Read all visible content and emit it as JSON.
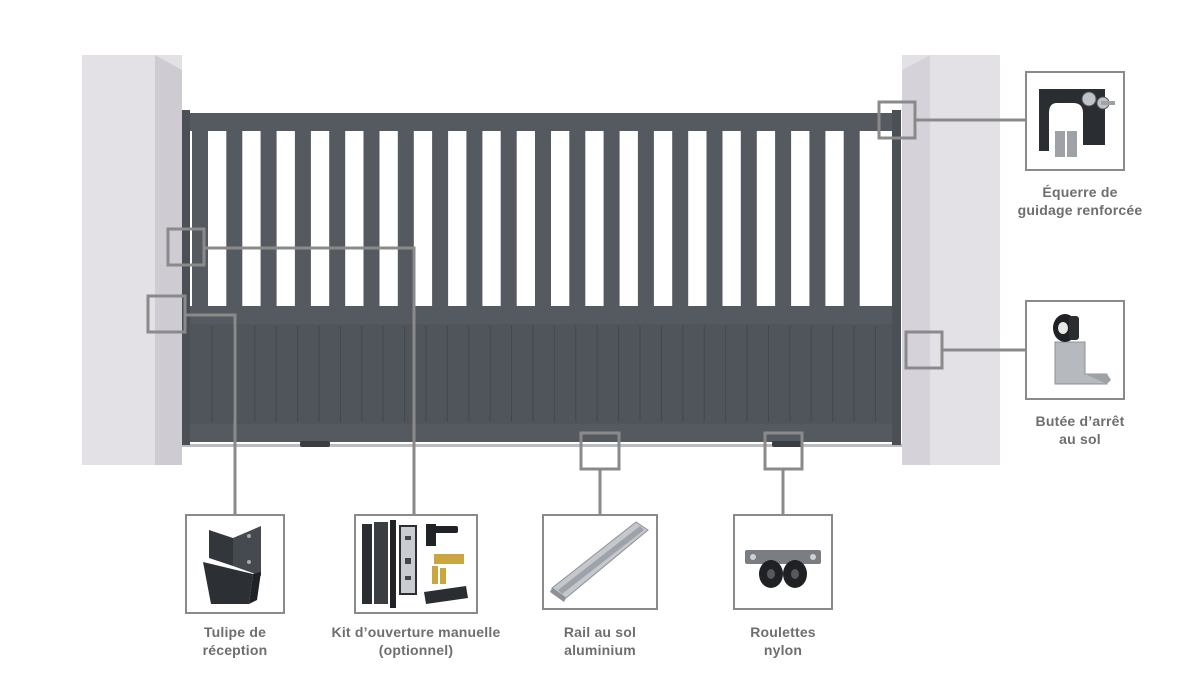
{
  "colors": {
    "gate": "#555a60",
    "pillar": "#e3e0e6",
    "callout": "#8a8a8a",
    "label": "#6e6e6e"
  },
  "components": [
    {
      "id": "equerre",
      "label_lines": [
        "Équerre de",
        "guidage renforcée"
      ],
      "icon": "guide-bracket-icon"
    },
    {
      "id": "butee",
      "label_lines": [
        "Butée d’arrêt",
        "au sol"
      ],
      "icon": "ground-stop-icon"
    },
    {
      "id": "tulipe",
      "label_lines": [
        "Tulipe de",
        "réception"
      ],
      "icon": "receiving-tulip-icon"
    },
    {
      "id": "kit",
      "label_lines": [
        "Kit d’ouverture manuelle",
        "(optionnel)"
      ],
      "icon": "manual-opening-kit-icon"
    },
    {
      "id": "rail",
      "label_lines": [
        "Rail au sol",
        "aluminium"
      ],
      "icon": "aluminium-ground-rail-icon"
    },
    {
      "id": "roulettes",
      "label_lines": [
        "Roulettes",
        "nylon"
      ],
      "icon": "nylon-wheels-icon"
    }
  ]
}
